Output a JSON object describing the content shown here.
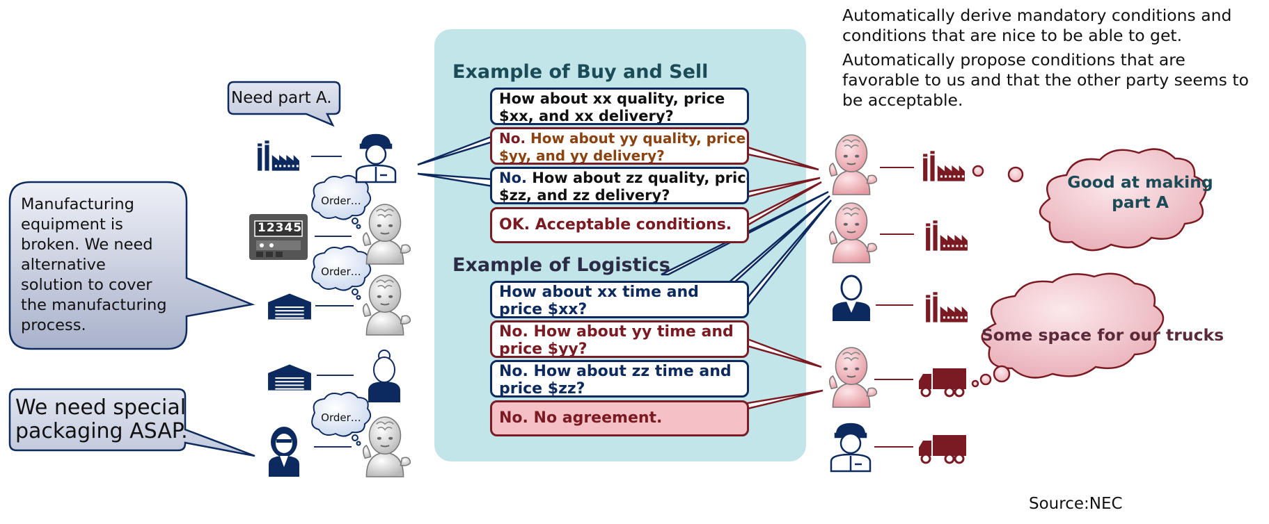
{
  "top_notes": [
    "Automatically derive mandatory conditions and",
    "conditions that are nice to be able to get.",
    "Automatically propose conditions that are",
    "favorable to us and that the other party seems to",
    "be acceptable."
  ],
  "callouts": {
    "need_part": "Need part A.",
    "manufacturing": [
      "Manufacturing",
      "equipment is",
      "broken. We need",
      "alternative",
      "solution to cover",
      "the manufacturing",
      "process."
    ],
    "packaging": [
      "We need special",
      "packaging ASAP."
    ]
  },
  "order_bubble": "Order…",
  "meter_display": "12345",
  "buy_sell": {
    "heading": "Example of Buy and Sell",
    "messages": [
      {
        "line1": "How about xx quality, price",
        "line2": "$xx, and xx delivery?"
      },
      {
        "prefix": "No.",
        "line1": " How about yy quality, price",
        "line2": "$yy, and yy delivery?"
      },
      {
        "prefix": "No.",
        "line1": " How about zz quality, price",
        "line2": "$zz, and zz delivery?"
      },
      {
        "line1": "OK. Acceptable conditions."
      }
    ]
  },
  "logistics": {
    "heading": "Example of Logistics",
    "messages": [
      {
        "line1": "How about xx time and",
        "line2": "price $xx?"
      },
      {
        "line1": "No. How about yy time and",
        "line2": "price $yy?"
      },
      {
        "line1": "No. How about zz time and",
        "line2": "price $zz?"
      },
      {
        "line1": "No. No agreement."
      }
    ]
  },
  "clouds": {
    "part_a": [
      "Good at making",
      "part A"
    ],
    "trucks": "Some space for our trucks"
  },
  "source": "Source:NEC",
  "colors": {
    "navy": "#0d2a5e",
    "maroon": "#7a1a22",
    "panel": "#c2e5ea",
    "cloud": "#f2c9cf",
    "callout": "#c9d0e0"
  },
  "icons": [
    "factory-icon",
    "worker-icon",
    "ai-agent-icon",
    "meter-icon",
    "warehouse-icon",
    "woman-icon",
    "businesswoman-icon",
    "businessman-icon",
    "truck-icon"
  ]
}
